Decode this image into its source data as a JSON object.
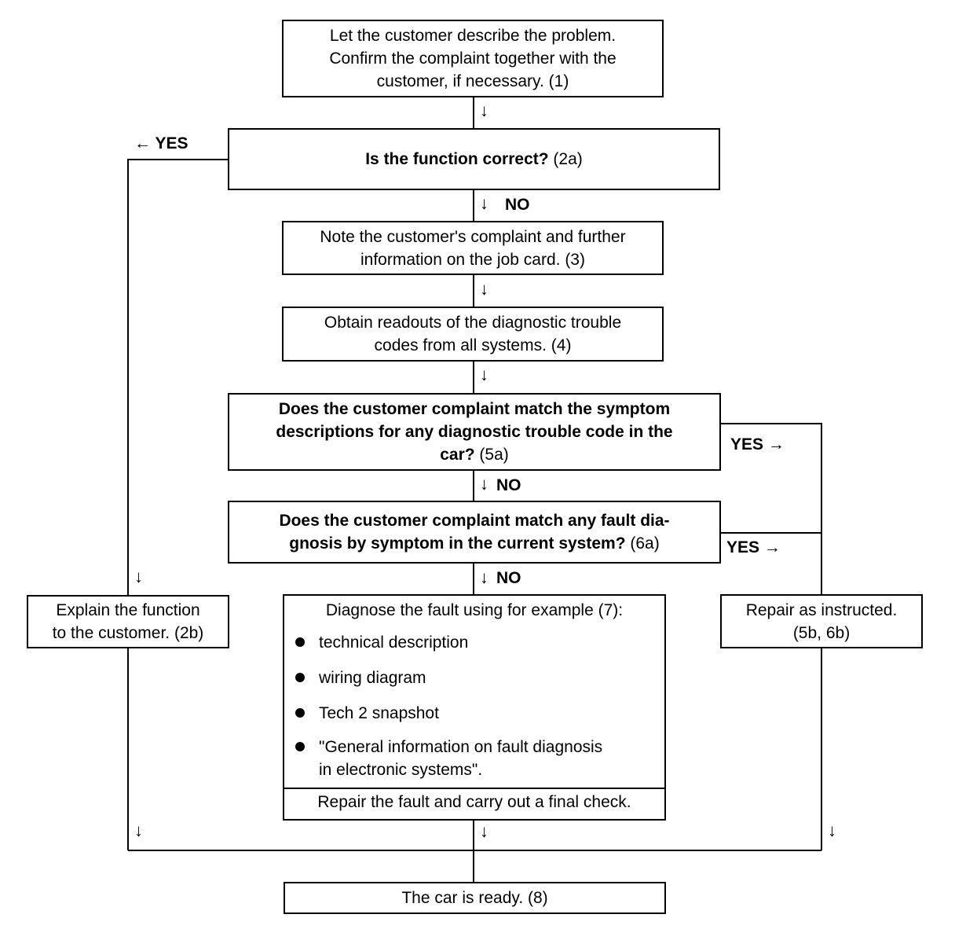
{
  "flowchart": {
    "step1": {
      "lines": [
        "Let the customer describe the problem.",
        "Confirm the complaint together with the",
        "customer, if necessary. (1)"
      ]
    },
    "step2a": {
      "bold": "Is the function correct?",
      "ref": " (2a)"
    },
    "step2b": {
      "lines": [
        "Explain the function",
        "to the customer. (2b)"
      ]
    },
    "step3": {
      "lines": [
        "Note the customer's complaint and further",
        "information on the job card. (3)"
      ]
    },
    "step4": {
      "lines": [
        "Obtain readouts of the diagnostic trouble",
        "codes from all systems. (4)"
      ]
    },
    "step5a": {
      "lines": [
        "Does the customer complaint match the symptom",
        "descriptions for any diagnostic trouble code in the"
      ],
      "last_bold": "car?",
      "last_ref": " (5a)"
    },
    "step6a": {
      "line1": "Does the customer complaint match any fault dia-",
      "line2_bold": "gnosis by symptom in the current system?",
      "line2_ref": " (6a)"
    },
    "step7": {
      "title": "Diagnose the fault using for example (7):",
      "items": [
        "technical description",
        "wiring diagram",
        "Tech 2 snapshot"
      ],
      "item4_lines": [
        "\"General information on fault diagnosis",
        "in electronic systems\"."
      ],
      "footer": "Repair the fault and carry out a final check."
    },
    "step5b6b": {
      "lines": [
        "Repair as instructed.",
        "(5b, 6b)"
      ]
    },
    "step8": {
      "text": "The car is ready. (8)"
    },
    "labels": {
      "yes_left": "← YES",
      "no": "NO",
      "yes_right_1": "YES →",
      "yes_right_2": "YES →"
    },
    "arrow_glyph": "↓"
  }
}
